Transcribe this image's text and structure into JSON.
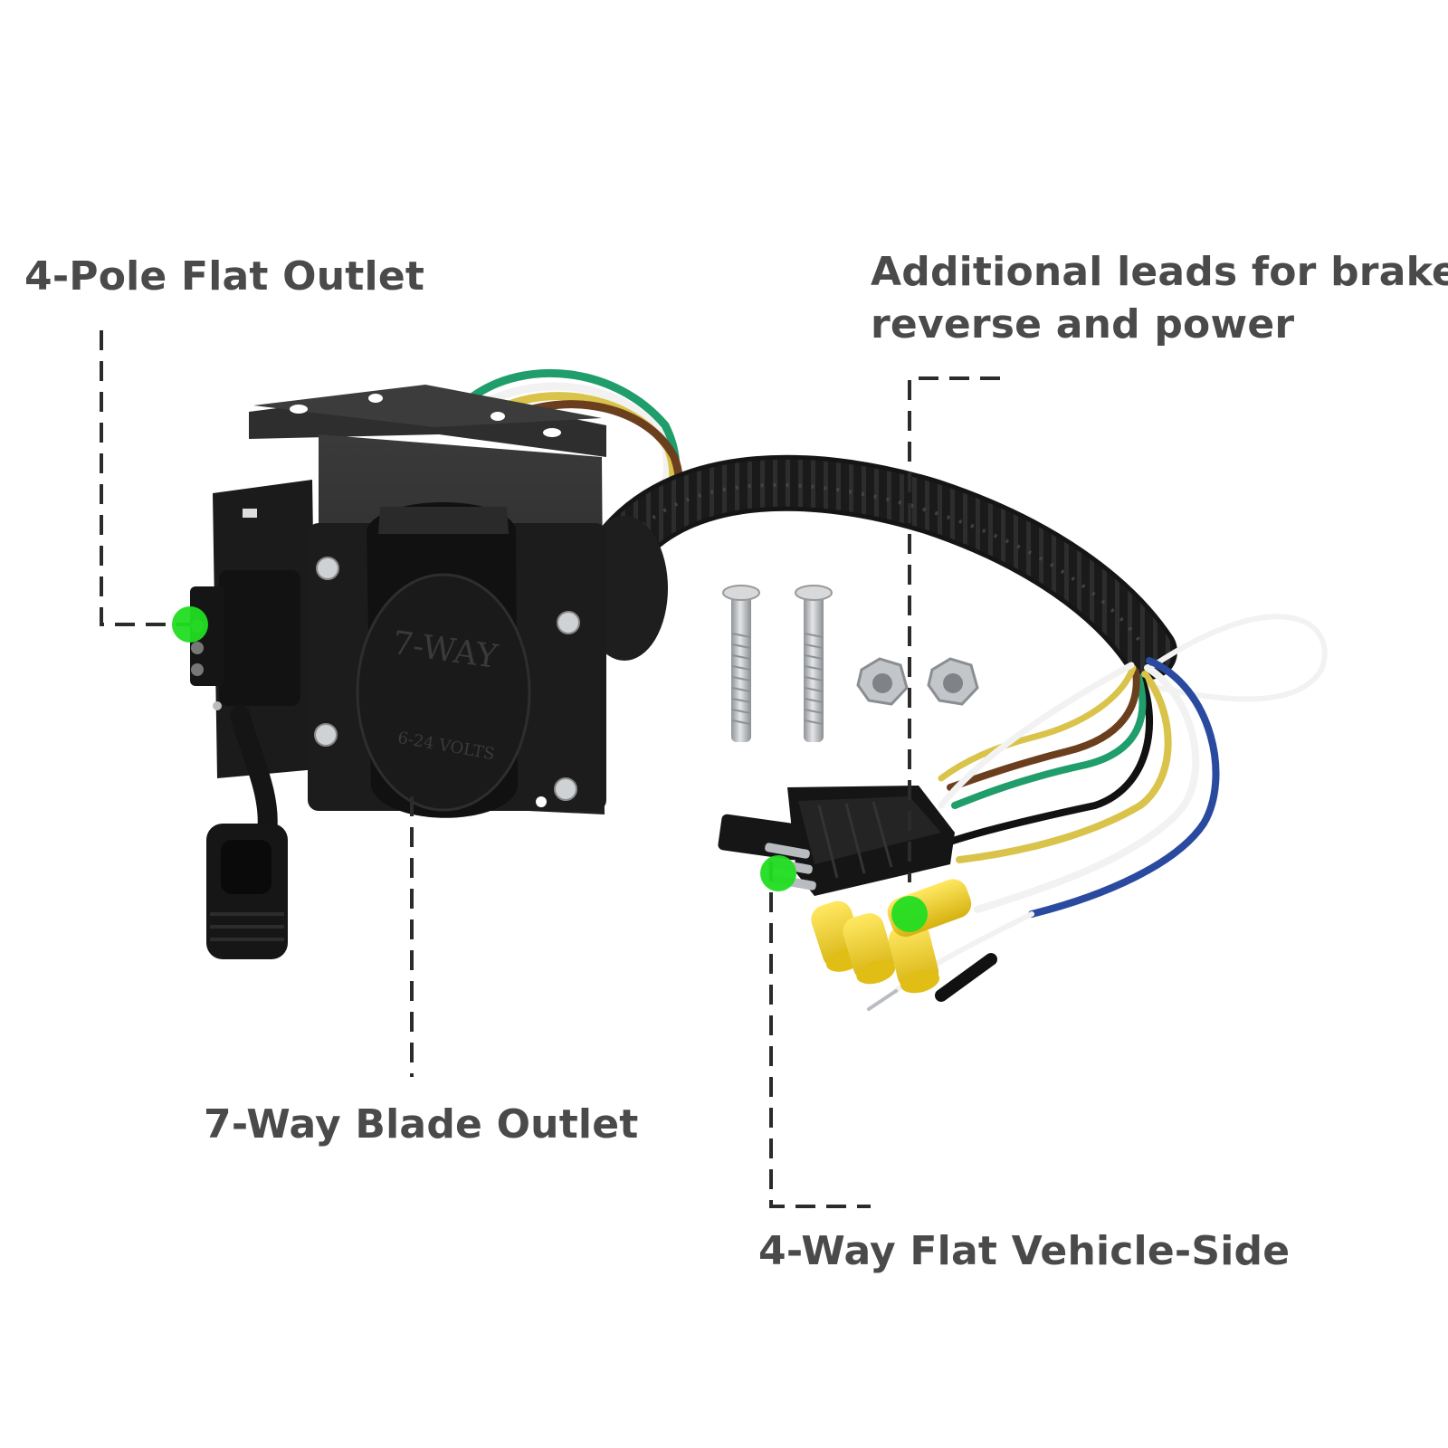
{
  "labels": {
    "four_pole_flat_outlet": "4-Pole Flat Outlet",
    "additional_leads_line1": "Additional leads for brake,",
    "additional_leads_line2": "reverse and power",
    "seven_way_blade_outlet": "7-Way Blade Outlet",
    "four_way_flat_vehicle_side": "4-Way Flat Vehicle-Side"
  },
  "product_markings": {
    "connector_name": "7-WAY",
    "voltage_rating": "6-24 VOLTS"
  },
  "colors": {
    "label_text": "#4a4a4a",
    "callout_line": "#2b2b2b",
    "marker_dot": "#22dd22",
    "connector_body": "#1c1c1c",
    "bracket_plate": "#2a2a2a",
    "wire_white": "#f2f2f2",
    "wire_brown": "#6b3f1e",
    "wire_green": "#1f9d6a",
    "wire_yellow": "#d9c34a",
    "wire_blue": "#2a4aa0",
    "terminal_yellow": "#f2d21e",
    "hardware_steel": "#b8bcc0"
  }
}
